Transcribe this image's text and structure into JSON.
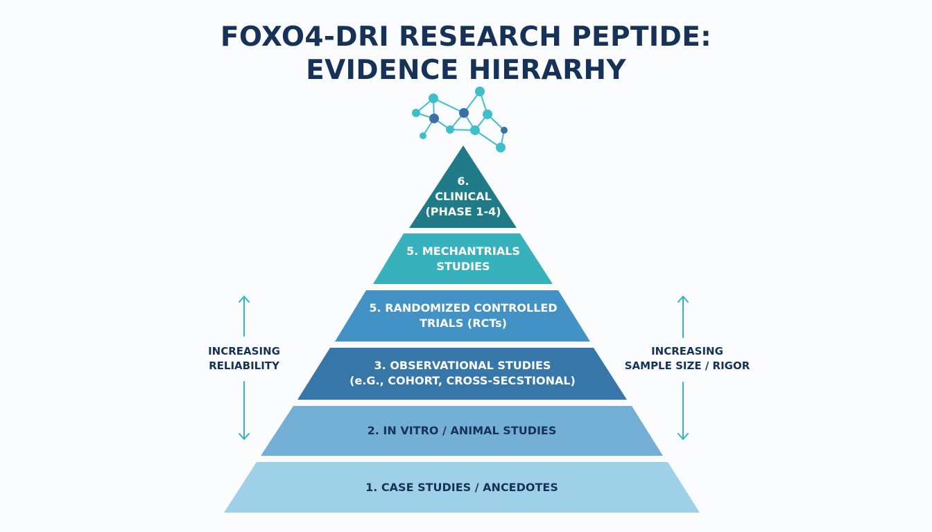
{
  "title": {
    "line1": "FOXO4-DRI RESEARCH PEPTIDE:",
    "line2": "EVIDENCE HIERARHY"
  },
  "icon": "molecule-network-icon",
  "tiers": [
    {
      "level": 6,
      "line1": "6.",
      "line2": "CLINICAL",
      "line3": "(PHASE 1-4)",
      "color": "#1f7b87",
      "text_color": "#ffffff"
    },
    {
      "level": 5,
      "line1": "5. MECHANTRIALS",
      "line2": "STUDIES",
      "color": "#37b1bc",
      "text_color": "#ffffff"
    },
    {
      "level": 4,
      "line1": "5. RANDOMIZED CONTROLLED",
      "line2": "TRIALS (RCTs)",
      "color": "#4292c5",
      "text_color": "#ffffff"
    },
    {
      "level": 3,
      "line1": "3. OBSERVATIONAL STUDIES",
      "line2": "(e.G., COHORT, CROSS-SECSTIONAL)",
      "color": "#3776a8",
      "text_color": "#ffffff"
    },
    {
      "level": 2,
      "line1": "2. IN VITRO / ANIMAL STUDIES",
      "color": "#74b0d6",
      "text_color": "#163259"
    },
    {
      "level": 1,
      "line1": "1. CASE STUDIES / ANCEDOTES",
      "color": "#9ed0e8",
      "text_color": "#163259"
    }
  ],
  "left_axis": {
    "line1": "INCREASING",
    "line2": "RELIABILITY"
  },
  "right_axis": {
    "line1": "INCREASING",
    "line2": "SAMPLE SIZE / RIGOR"
  },
  "colors": {
    "title": "#163259",
    "arrow": "#2fb5c3",
    "molecule_light": "#3fbfcb",
    "molecule_dark": "#3a6fa8",
    "background": "#fbfcfd"
  }
}
